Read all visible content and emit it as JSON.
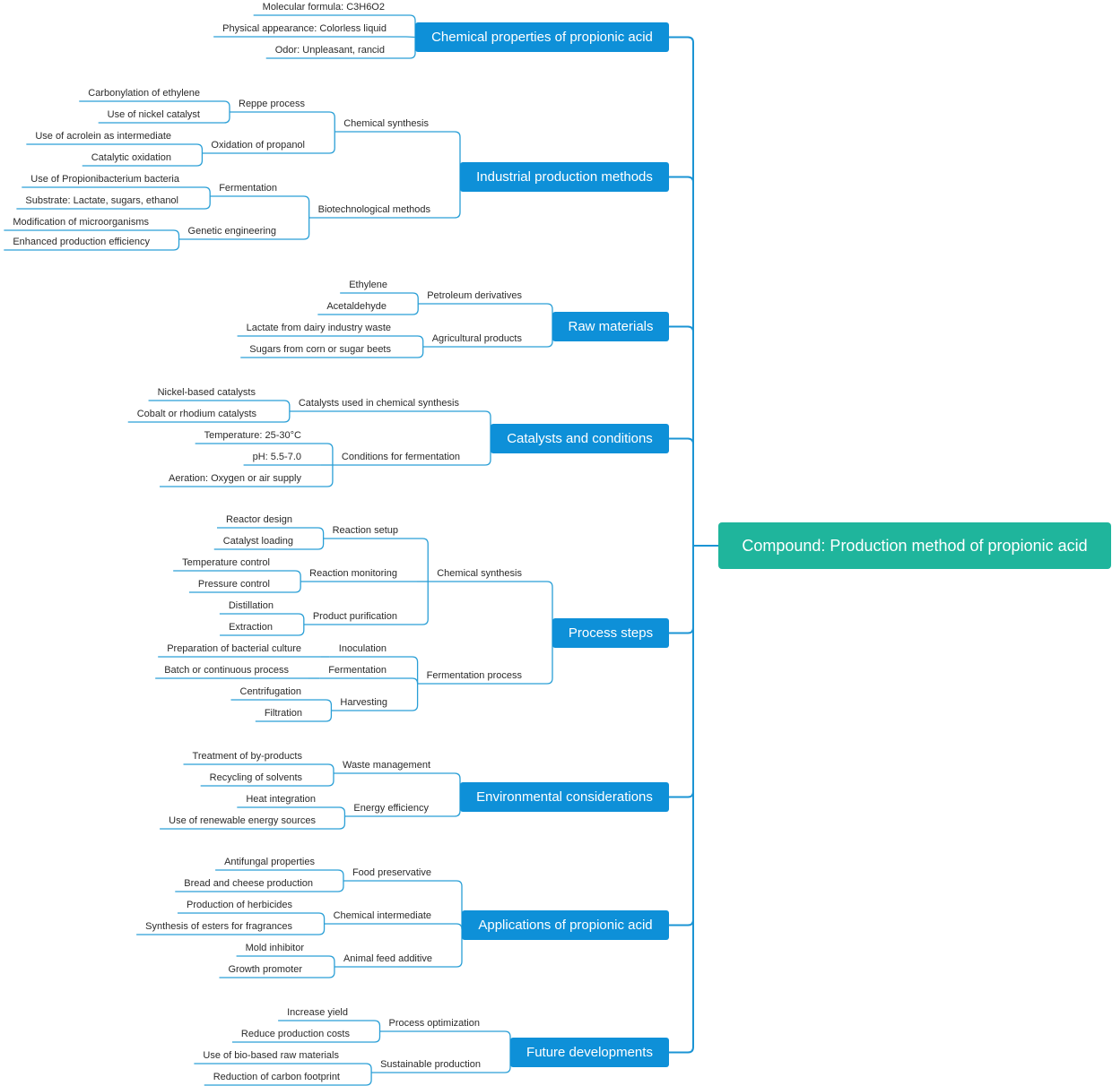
{
  "root": "Compound: Production method of propionic acid",
  "branches": [
    {
      "label": "Chemical properties of propionic acid",
      "children": [
        {
          "label": "Molecular formula: C3H6O2"
        },
        {
          "label": "Physical appearance: Colorless liquid"
        },
        {
          "label": "Odor: Unpleasant, rancid"
        }
      ]
    },
    {
      "label": "Industrial production methods",
      "children": [
        {
          "label": "Chemical synthesis",
          "children": [
            {
              "label": "Reppe process",
              "children": [
                {
                  "label": "Carbonylation of ethylene"
                },
                {
                  "label": "Use of nickel catalyst"
                }
              ]
            },
            {
              "label": "Oxidation of propanol",
              "children": [
                {
                  "label": "Use of acrolein as intermediate"
                },
                {
                  "label": "Catalytic oxidation"
                }
              ]
            }
          ]
        },
        {
          "label": "Biotechnological methods",
          "children": [
            {
              "label": "Fermentation",
              "children": [
                {
                  "label": "Use of Propionibacterium bacteria"
                },
                {
                  "label": "Substrate: Lactate, sugars, ethanol"
                }
              ]
            },
            {
              "label": "Genetic engineering",
              "children": [
                {
                  "label": "Modification of microorganisms"
                },
                {
                  "label": "Enhanced production efficiency"
                }
              ]
            }
          ]
        }
      ]
    },
    {
      "label": "Raw materials",
      "children": [
        {
          "label": "Petroleum derivatives",
          "children": [
            {
              "label": "Ethylene"
            },
            {
              "label": "Acetaldehyde"
            }
          ]
        },
        {
          "label": "Agricultural products",
          "children": [
            {
              "label": "Lactate from dairy industry waste"
            },
            {
              "label": "Sugars from corn or sugar beets"
            }
          ]
        }
      ]
    },
    {
      "label": "Catalysts and conditions",
      "children": [
        {
          "label": "Catalysts used in chemical synthesis",
          "children": [
            {
              "label": "Nickel-based catalysts"
            },
            {
              "label": "Cobalt or rhodium catalysts"
            }
          ]
        },
        {
          "label": "Conditions for fermentation",
          "children": [
            {
              "label": "Temperature: 25-30°C"
            },
            {
              "label": "pH: 5.5-7.0"
            },
            {
              "label": "Aeration: Oxygen or air supply"
            }
          ]
        }
      ]
    },
    {
      "label": "Process steps",
      "children": [
        {
          "label": "Chemical synthesis",
          "children": [
            {
              "label": "Reaction setup",
              "children": [
                {
                  "label": "Reactor design"
                },
                {
                  "label": "Catalyst loading"
                }
              ]
            },
            {
              "label": "Reaction monitoring",
              "children": [
                {
                  "label": "Temperature control"
                },
                {
                  "label": "Pressure control"
                }
              ]
            },
            {
              "label": "Product purification",
              "children": [
                {
                  "label": "Distillation"
                },
                {
                  "label": "Extraction"
                }
              ]
            }
          ]
        },
        {
          "label": "Fermentation process",
          "children": [
            {
              "label": "Inoculation",
              "children": [
                {
                  "label": "Preparation of bacterial culture"
                }
              ]
            },
            {
              "label": "Fermentation",
              "children": [
                {
                  "label": "Batch or continuous process"
                }
              ]
            },
            {
              "label": "Harvesting",
              "children": [
                {
                  "label": "Centrifugation"
                },
                {
                  "label": "Filtration"
                }
              ]
            }
          ]
        }
      ]
    },
    {
      "label": "Environmental considerations",
      "children": [
        {
          "label": "Waste management",
          "children": [
            {
              "label": "Treatment of by-products"
            },
            {
              "label": "Recycling of solvents"
            }
          ]
        },
        {
          "label": "Energy efficiency",
          "children": [
            {
              "label": "Heat integration"
            },
            {
              "label": "Use of renewable energy sources"
            }
          ]
        }
      ]
    },
    {
      "label": "Applications of propionic acid",
      "children": [
        {
          "label": "Food preservative",
          "children": [
            {
              "label": "Antifungal properties"
            },
            {
              "label": "Bread and cheese production"
            }
          ]
        },
        {
          "label": "Chemical intermediate",
          "children": [
            {
              "label": "Production of herbicides"
            },
            {
              "label": "Synthesis of esters for fragrances"
            }
          ]
        },
        {
          "label": "Animal feed additive",
          "children": [
            {
              "label": "Mold inhibitor"
            },
            {
              "label": "Growth promoter"
            }
          ]
        }
      ]
    },
    {
      "label": "Future developments",
      "children": [
        {
          "label": "Process optimization",
          "children": [
            {
              "label": "Increase yield"
            },
            {
              "label": "Reduce production costs"
            }
          ]
        },
        {
          "label": "Sustainable production",
          "children": [
            {
              "label": "Use of bio-based raw materials"
            },
            {
              "label": "Reduction of carbon footprint"
            }
          ]
        }
      ]
    }
  ]
}
